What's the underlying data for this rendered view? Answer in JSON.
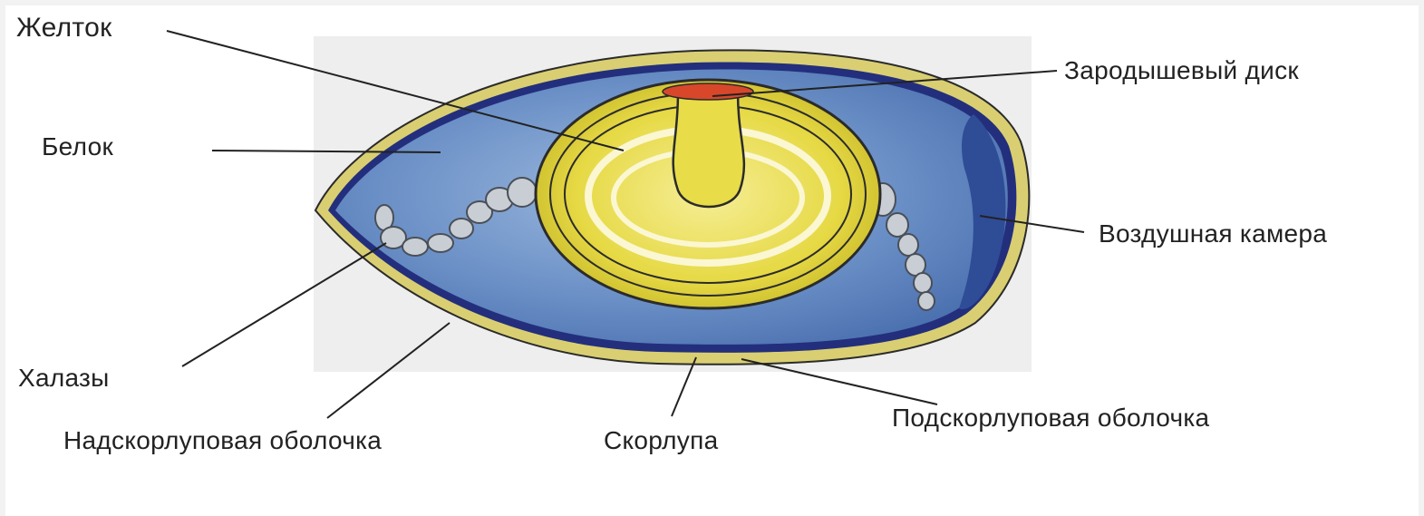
{
  "labels": {
    "yolk": "Желток",
    "white": "Белок",
    "chalazae": "Халазы",
    "outer_membrane": "Надскорлуповая оболочка",
    "shell": "Скорлупа",
    "inner_membrane": "Подскорлуповая оболочка",
    "air_cell": "Воздушная камера",
    "germinal_disc": "Зародышевый диск"
  },
  "colors": {
    "albumen": "#5b83bd",
    "albumen_light": "#86a8d4",
    "shell": "#d9cf72",
    "inner_membrane": "#232f7c",
    "yolk": "#e8dc48",
    "yolk_light": "#f7f0a4",
    "germinal_disc": "#d8472a",
    "air_cell": "#2f4c97",
    "chalaza": "#c8ced4",
    "leader_line": "#222222"
  }
}
